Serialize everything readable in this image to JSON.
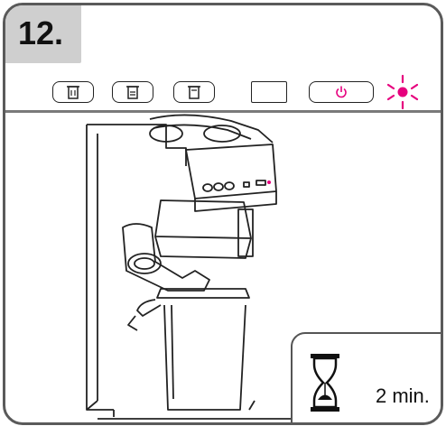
{
  "step": {
    "number_label": "12."
  },
  "control_panel": {
    "buttons": [
      {
        "name": "brew-button-small",
        "icon": "cup-small-icon"
      },
      {
        "name": "brew-button-medium",
        "icon": "cup-medium-icon"
      },
      {
        "name": "brew-button-large",
        "icon": "cup-large-icon"
      },
      {
        "name": "display-indicator",
        "icon": "none"
      },
      {
        "name": "power-button",
        "icon": "power-icon"
      }
    ],
    "power_indicator": {
      "icon": "blinking-light-icon",
      "color": "#e6007e"
    }
  },
  "timer": {
    "icon": "hourglass-icon",
    "label": "2 min."
  },
  "colors": {
    "frame": "#5a5a5a",
    "tab": "#cfcfcf",
    "accent": "#e6007e"
  }
}
